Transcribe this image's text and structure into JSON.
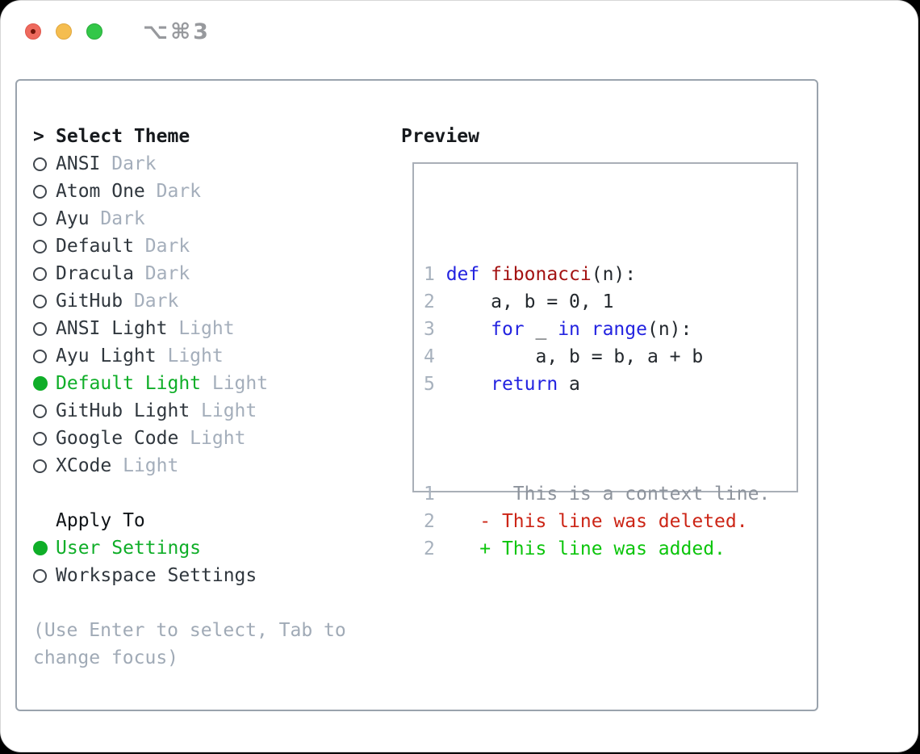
{
  "window": {
    "title": "⌥⌘3",
    "traffic_lights": [
      {
        "name": "close",
        "color": "#ee6a5e"
      },
      {
        "name": "minimize",
        "color": "#f5bd4f"
      },
      {
        "name": "zoom",
        "color": "#33c748"
      }
    ]
  },
  "theme_list": {
    "header_prefix": ">",
    "header": "Select Theme",
    "items": [
      {
        "label": "ANSI",
        "variant": "Dark",
        "selected": false
      },
      {
        "label": "Atom One",
        "variant": "Dark",
        "selected": false
      },
      {
        "label": "Ayu",
        "variant": "Dark",
        "selected": false
      },
      {
        "label": "Default",
        "variant": "Dark",
        "selected": false
      },
      {
        "label": "Dracula",
        "variant": "Dark",
        "selected": false
      },
      {
        "label": "GitHub",
        "variant": "Dark",
        "selected": false
      },
      {
        "label": "ANSI Light",
        "variant": "Light",
        "selected": false
      },
      {
        "label": "Ayu Light",
        "variant": "Light",
        "selected": false
      },
      {
        "label": "Default Light",
        "variant": "Light",
        "selected": true
      },
      {
        "label": "GitHub Light",
        "variant": "Light",
        "selected": false
      },
      {
        "label": "Google Code",
        "variant": "Light",
        "selected": false
      },
      {
        "label": "XCode",
        "variant": "Light",
        "selected": false
      }
    ]
  },
  "apply_to": {
    "header": "Apply To",
    "options": [
      {
        "label": "User Settings",
        "selected": true
      },
      {
        "label": "Workspace Settings",
        "selected": false
      }
    ]
  },
  "help": {
    "line1": "(Use Enter to select, Tab to",
    "line2": "change focus)"
  },
  "preview": {
    "header": "Preview",
    "code_lines": [
      [
        {
          "t": "1 ",
          "c": "gut"
        },
        {
          "t": "def ",
          "c": "kw"
        },
        {
          "t": "fibonacci",
          "c": "fn"
        },
        {
          "t": "(n):",
          "c": "pl"
        }
      ],
      [
        {
          "t": "2 ",
          "c": "gut"
        },
        {
          "t": "    a, b = 0, 1",
          "c": "pl"
        }
      ],
      [
        {
          "t": "3 ",
          "c": "gut"
        },
        {
          "t": "    ",
          "c": "pl"
        },
        {
          "t": "for",
          "c": "kw"
        },
        {
          "t": " _ ",
          "c": "pl"
        },
        {
          "t": "in ",
          "c": "kw"
        },
        {
          "t": "range",
          "c": "kw"
        },
        {
          "t": "(n):",
          "c": "pl"
        }
      ],
      [
        {
          "t": "4 ",
          "c": "gut"
        },
        {
          "t": "        a, b = b, a + b",
          "c": "pl"
        }
      ],
      [
        {
          "t": "5 ",
          "c": "gut"
        },
        {
          "t": "    ",
          "c": "pl"
        },
        {
          "t": "return",
          "c": "kw"
        },
        {
          "t": " a",
          "c": "pl"
        }
      ]
    ],
    "diff_lines": [
      [
        {
          "t": "1",
          "c": "gut"
        },
        {
          "t": "       ",
          "c": "pl"
        },
        {
          "t": "This is a context line.",
          "c": "ctx"
        }
      ],
      [
        {
          "t": "2",
          "c": "gut"
        },
        {
          "t": "    ",
          "c": "pl"
        },
        {
          "t": "- This line was deleted.",
          "c": "del"
        }
      ],
      [
        {
          "t": "2",
          "c": "gut"
        },
        {
          "t": "    ",
          "c": "pl"
        },
        {
          "t": "+ This line was added.",
          "c": "add"
        }
      ]
    ],
    "colors": {
      "keyword": "#2323e0",
      "function": "#a31212",
      "gutter": "#a7b1bd",
      "context": "#8d939c",
      "deleted": "#cc2516",
      "added": "#0cc50c",
      "selected_green": "#0fae28"
    }
  }
}
